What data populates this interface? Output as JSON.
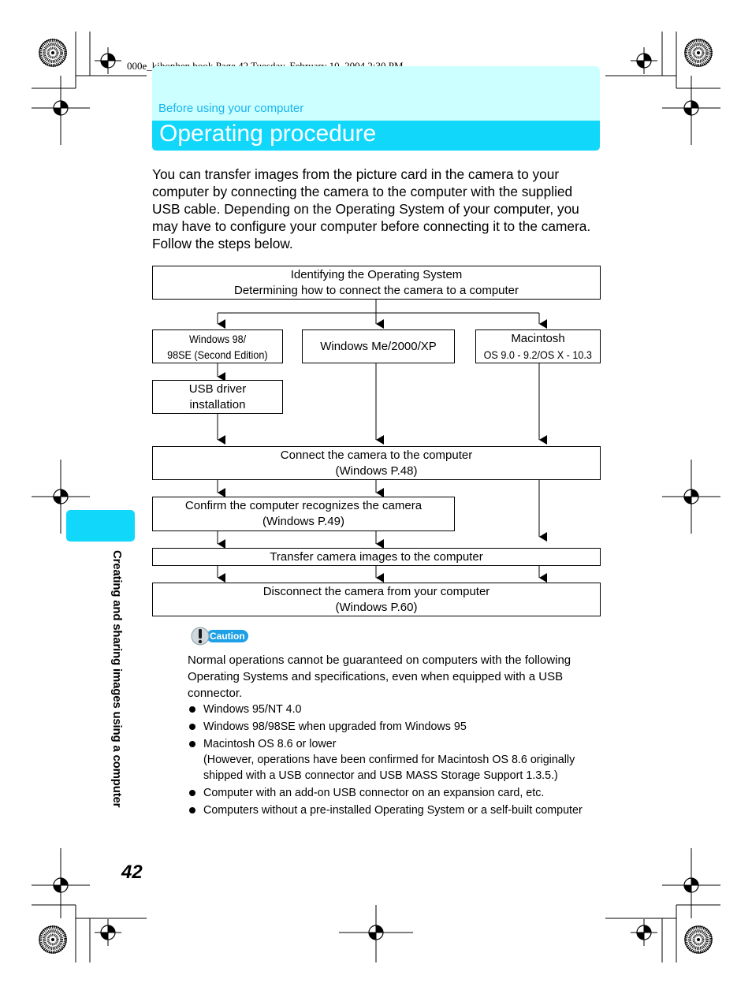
{
  "print_header": "000e_kihonhen.book  Page 42  Tuesday, February 10, 2004  2:30 PM",
  "section_label": "Before using your computer",
  "page_title": "Operating procedure",
  "intro_text": "You can transfer images from the picture card in the camera to your computer by connecting the camera to the computer with the supplied USB cable. Depending on the Operating System of your computer, you may have to configure your computer before connecting it to the camera. Follow the steps below.",
  "flow": {
    "identify": {
      "line1": "Identifying the Operating System",
      "line2": "Determining how to connect the camera to a computer"
    },
    "win98": {
      "line1": "Windows 98/",
      "line2": "98SE (Second Edition)"
    },
    "winme": {
      "line1": "Windows Me/2000/XP"
    },
    "mac": {
      "line1": "Macintosh",
      "line2": "OS 9.0 - 9.2/OS X - 10.3"
    },
    "usb_driver": {
      "line1": "USB driver",
      "line2": "installation"
    },
    "connect": {
      "line1": "Connect the camera to the computer",
      "line2": "(Windows P.48)"
    },
    "confirm": {
      "line1": "Confirm the computer recognizes the camera",
      "line2": "(Windows P.49)"
    },
    "transfer": {
      "line1": "Transfer camera images to the computer"
    },
    "disconnect": {
      "line1": "Disconnect the camera from your computer",
      "line2": "(Windows P.60)"
    }
  },
  "caution": {
    "label": "Caution",
    "body": "Normal operations cannot be guaranteed on computers with the following Operating Systems and specifications, even when equipped with a USB connector.",
    "items": [
      {
        "text": "Windows 95/NT 4.0"
      },
      {
        "text": "Windows 98/98SE when upgraded from Windows 95"
      },
      {
        "text": "Macintosh OS 8.6 or lower",
        "note": "(However, operations have been confirmed for Macintosh OS 8.6 originally shipped with a USB connector and USB MASS Storage Support 1.3.5.)"
      },
      {
        "text": "Computer with an add-on USB connector on an expansion card, etc."
      },
      {
        "text": "Computers without a pre-installed Operating System or a self-built computer"
      }
    ]
  },
  "side_tab_text": "Creating and sharing images using a computer",
  "page_number": "42"
}
